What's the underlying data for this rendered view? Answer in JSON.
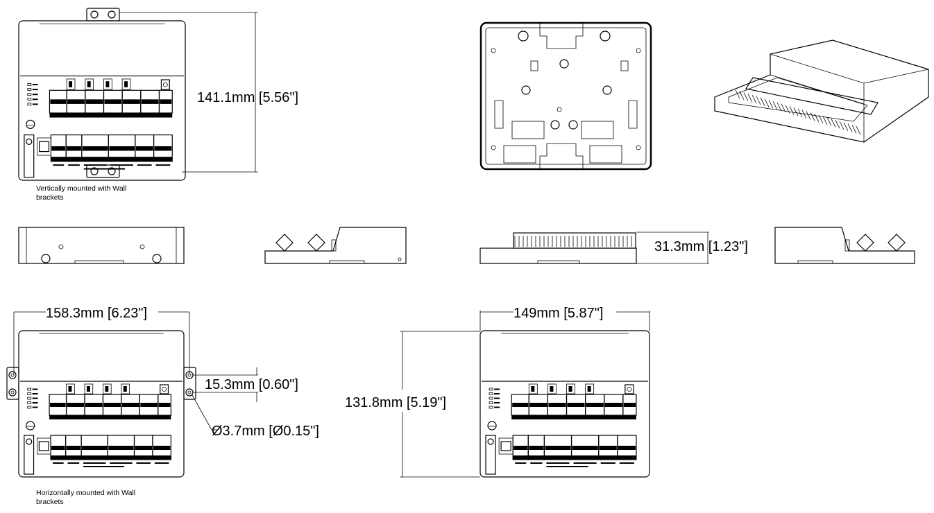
{
  "drawing": {
    "views": {
      "vertical_mount": {
        "height_dimension": "141.1mm [5.56\"]",
        "caption_line1": "Vertically mounted with Wall",
        "caption_line2": "brackets"
      },
      "side_views": {
        "depth_dimension": "31.3mm [1.23\"]"
      },
      "horizontal_mount": {
        "width_dimension": "158.3mm [6.23\"]",
        "bracket_spacing_dimension": "15.3mm [0.60\"]",
        "hole_diameter_dimension": "Ø3.7mm [Ø0.15\"]",
        "caption_line1": "Horizontally mounted with Wall",
        "caption_line2": "brackets"
      },
      "front_no_brackets": {
        "width_dimension": "149mm [5.87\"]",
        "height_dimension": "131.8mm [5.19\"]"
      }
    }
  }
}
